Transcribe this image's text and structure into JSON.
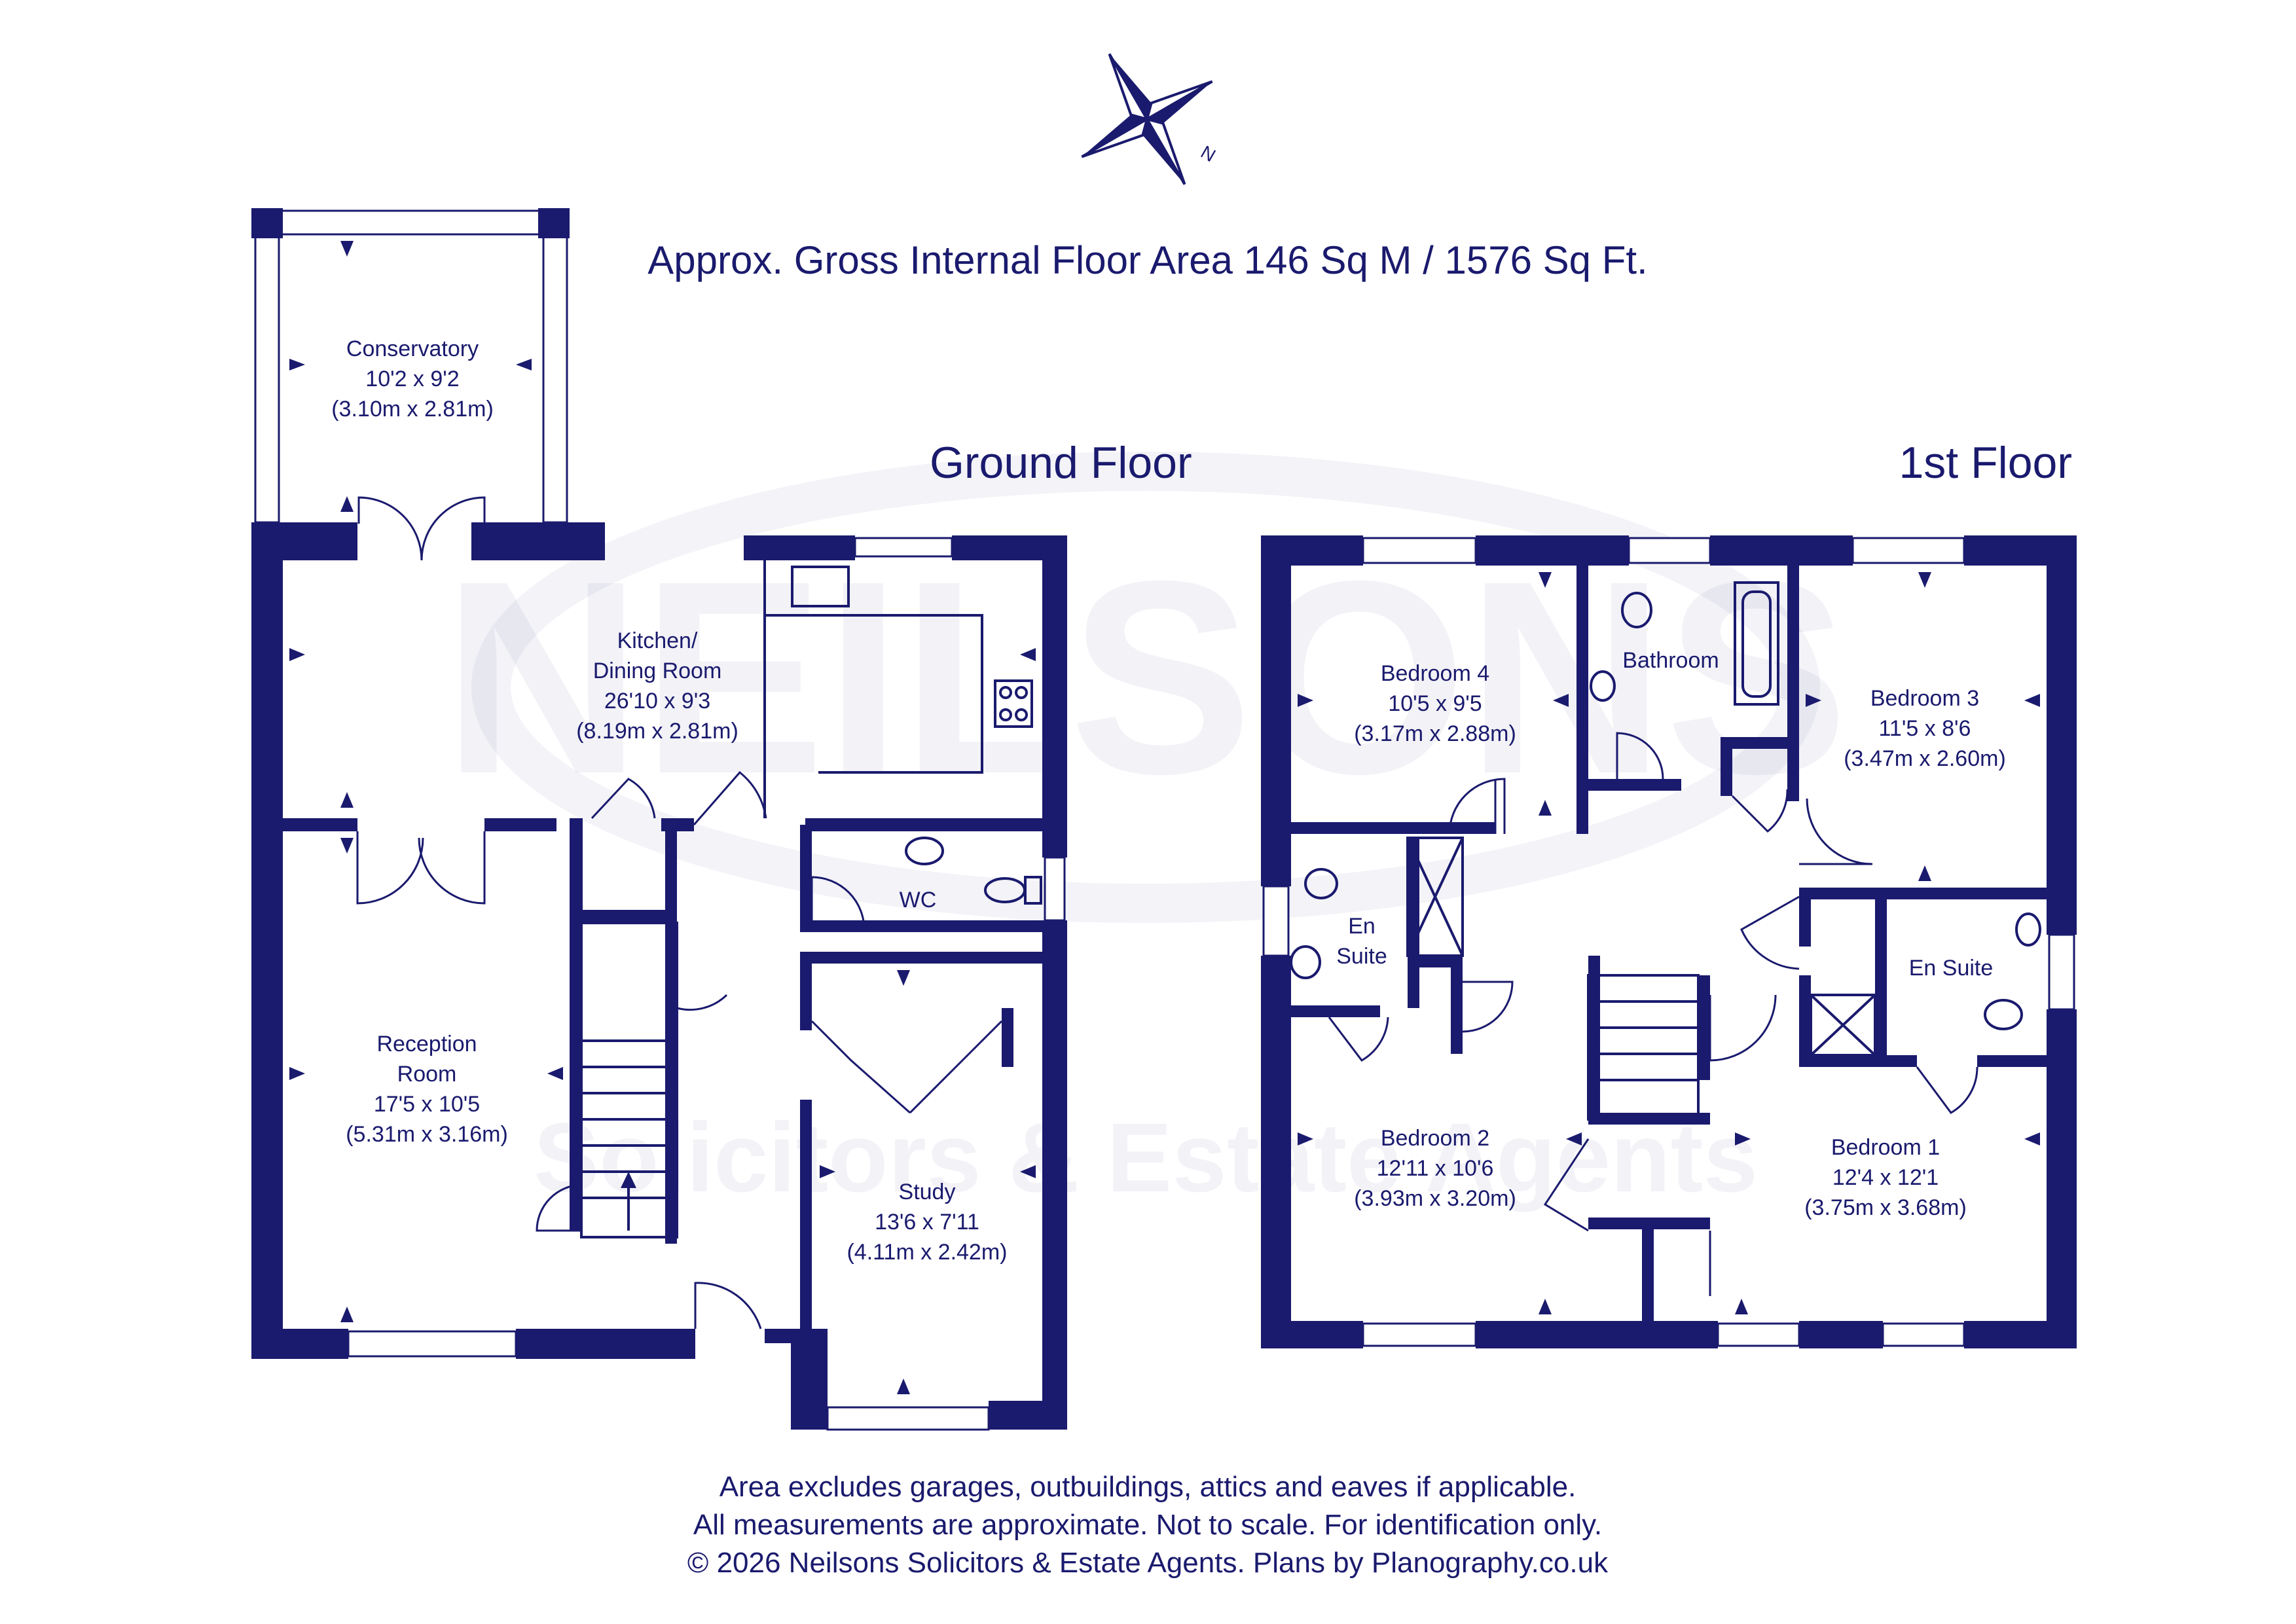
{
  "header": {
    "area_text": "Approx. Gross Internal Floor Area 146 Sq M / 1576 Sq Ft.",
    "compass_label": "N"
  },
  "watermark": {
    "brand": "NEILSONS",
    "tagline": "Solicitors & Estate Agents"
  },
  "floors": {
    "ground": {
      "title": "Ground Floor",
      "rooms": {
        "conservatory": {
          "name": "Conservatory",
          "imperial": "10'2 x 9'2",
          "metric": "(3.10m x 2.81m)"
        },
        "kitchen": {
          "name_line1": "Kitchen/",
          "name_line2": "Dining Room",
          "imperial": "26'10 x 9'3",
          "metric": "(8.19m x 2.81m)"
        },
        "wc": {
          "name": "WC"
        },
        "reception": {
          "name_line1": "Reception",
          "name_line2": "Room",
          "imperial": "17'5 x 10'5",
          "metric": "(5.31m x 3.16m)"
        },
        "study": {
          "name": "Study",
          "imperial": "13'6 x 7'11",
          "metric": "(4.11m x 2.42m)"
        }
      }
    },
    "first": {
      "title": "1st Floor",
      "rooms": {
        "bedroom4": {
          "name": "Bedroom 4",
          "imperial": "10'5 x 9'5",
          "metric": "(3.17m x 2.88m)"
        },
        "bathroom": {
          "name": "Bathroom"
        },
        "bedroom3": {
          "name": "Bedroom 3",
          "imperial": "11'5 x 8'6",
          "metric": "(3.47m x 2.60m)"
        },
        "ensuite_left": {
          "name_line1": "En",
          "name_line2": "Suite"
        },
        "ensuite_right": {
          "name": "En Suite"
        },
        "bedroom2": {
          "name": "Bedroom 2",
          "imperial": "12'11 x 10'6",
          "metric": "(3.93m x 3.20m)"
        },
        "bedroom1": {
          "name": "Bedroom 1",
          "imperial": "12'4 x 12'1",
          "metric": "(3.75m x 3.68m)"
        }
      }
    }
  },
  "footer": {
    "line1": "Area excludes garages, outbuildings, attics and eaves if applicable.",
    "line2": "All measurements are approximate. Not to scale. For identification only.",
    "line3": "© 2026 Neilsons Solicitors & Estate Agents. Plans by Planography.co.uk"
  },
  "colors": {
    "ink": "#1a1a6e",
    "background": "#ffffff"
  }
}
